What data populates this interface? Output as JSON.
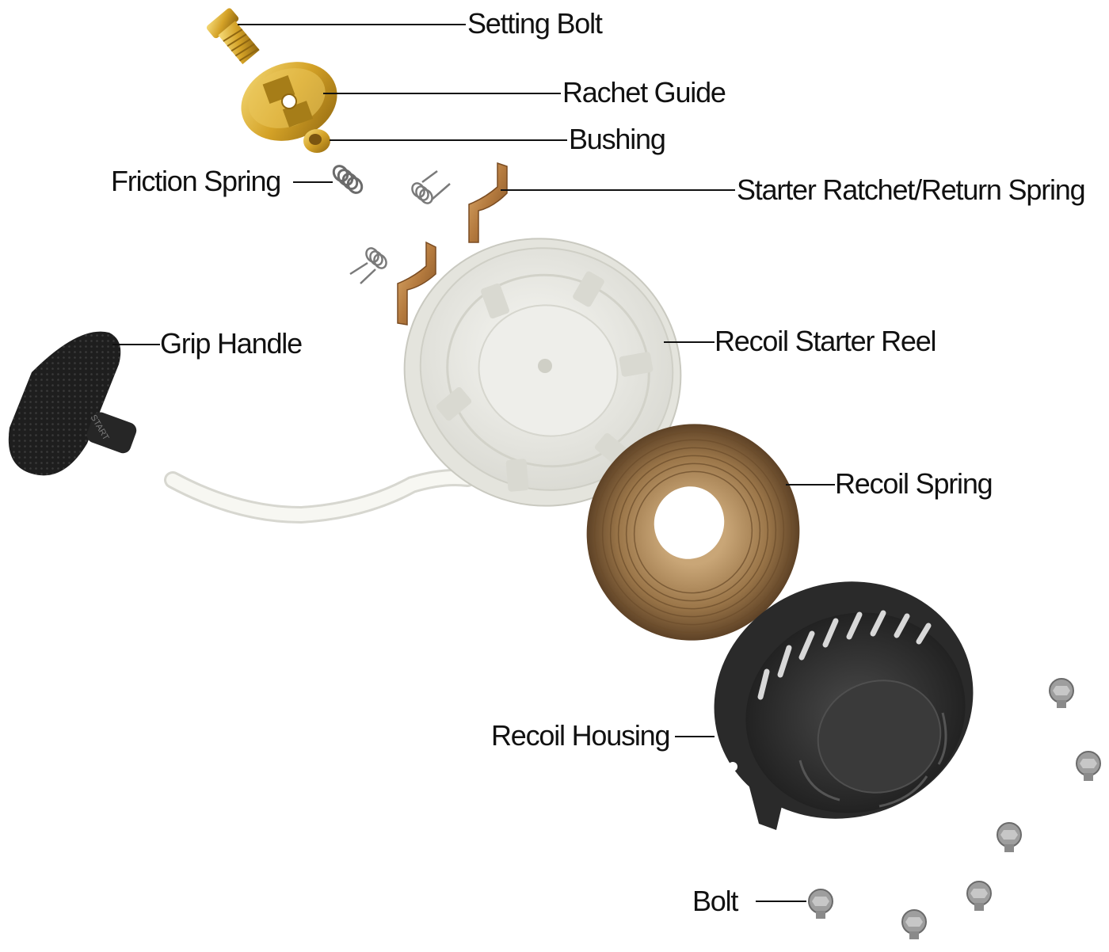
{
  "labels": {
    "setting_bolt": "Setting Bolt",
    "rachet_guide": "Rachet Guide",
    "bushing": "Bushing",
    "friction_spring": "Friction Spring",
    "starter_ratchet": "Starter Ratchet/Return Spring",
    "grip_handle": "Grip Handle",
    "recoil_starter_reel": "Recoil Starter Reel",
    "recoil_spring": "Recoil Spring",
    "recoil_housing": "Recoil Housing",
    "bolt": "Bolt"
  },
  "handle_text": "START",
  "colors": {
    "brass": "#d4a227",
    "copper": "#b8864a",
    "reel": "#eeeeea",
    "housing": "#2b2b2b",
    "handle": "#1e1e1e",
    "steel": "#a8a8a8",
    "leader": "#111111"
  }
}
